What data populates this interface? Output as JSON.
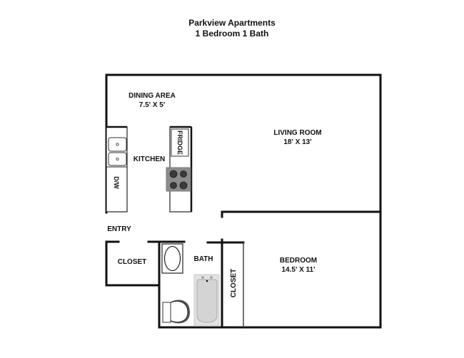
{
  "header": {
    "title": "Parkview Apartments",
    "subtitle": "1 Bedroom 1 Bath"
  },
  "rooms": {
    "dining": {
      "name": "DINING AREA",
      "size": "7.5' X 5'"
    },
    "living": {
      "name": "LIVING ROOM",
      "size": "18' X 13'"
    },
    "kitchen": {
      "name": "KITCHEN"
    },
    "bedroom": {
      "name": "BEDROOM",
      "size": "14.5' X 11'"
    },
    "entry": {
      "name": "ENTRY"
    },
    "closet_entry": {
      "name": "CLOSET"
    },
    "bath": {
      "name": "BATH"
    },
    "closet_bedroom": {
      "name": "CLOSET"
    }
  },
  "fixtures": {
    "fridge": "FRIDGE",
    "dishwasher": "D/W",
    "sink": "sink-icon",
    "stove": "stove-icon",
    "toilet": "toilet-icon",
    "bathtub": "bathtub-icon",
    "vanity": "vanity-sink-icon"
  },
  "colors": {
    "wall": "#111111",
    "stove": "#8c8c8c",
    "burner": "#3a3a3a",
    "tub": "#d9d9d9"
  }
}
